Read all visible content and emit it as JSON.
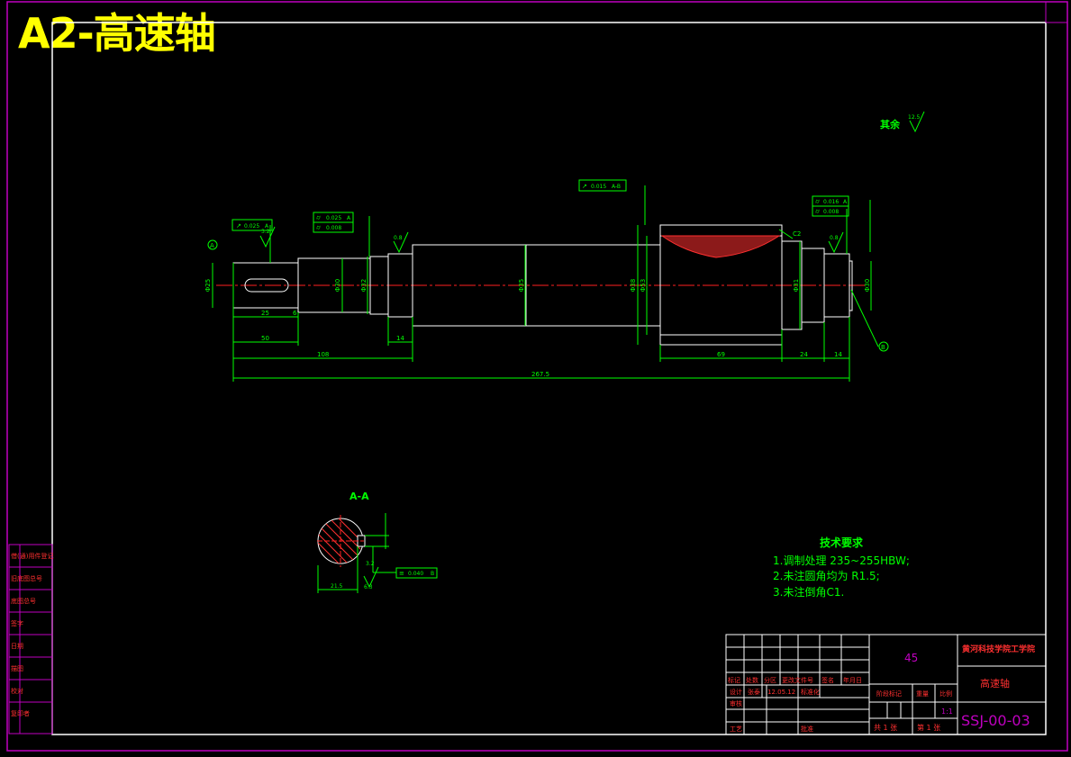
{
  "overlay_title": "A2-高速轴",
  "tech_requirements": {
    "heading": "技术要求",
    "items": [
      "1.调制处理 235~255HBW;",
      "2.未注圆角均为 R1.5;",
      "3.未注倒角C1."
    ]
  },
  "roughness_note": {
    "label": "其余",
    "value": "12.5"
  },
  "section_label": "A-A",
  "title_block": {
    "material": "45",
    "school": "黄河科技学院工学院",
    "part_name": "高速轴",
    "drawing_no": "SSJ-00-03",
    "scale": "1:1",
    "sheet_total": "共 1 张",
    "sheet_no": "第 1 张",
    "row_labels": [
      "标记",
      "处数",
      "分区",
      "更改文件号",
      "签名",
      "年月日"
    ],
    "design": "设计",
    "designer": "张泰",
    "date": "12.05.12",
    "standard": "标准化",
    "check": "审核",
    "process": "工艺",
    "approve": "批准",
    "stage_mark": "阶段标记",
    "weight": "重量",
    "ratio": "比例"
  },
  "side_stamp": [
    "借(通)用件登记",
    "旧底图总号",
    "底图总号",
    "签字",
    "日期",
    "描图",
    "校对",
    "复印者"
  ],
  "dimensions": {
    "d1": "25",
    "d2": "6",
    "d3": "50",
    "d4": "108",
    "d5": "14",
    "d6": "69",
    "d7": "24",
    "d8": "14",
    "total": "267.5",
    "chamfer": "C2",
    "sec_width": "21.5",
    "ra1": "3.2",
    "ra2": "0.8",
    "ra3": "0.8",
    "ra4": "3.2",
    "ra5": "6.3"
  },
  "tolerance_frames": {
    "f1": [
      "↗",
      "0.025",
      "A"
    ],
    "f2a": [
      "⌭",
      "0.025",
      "A"
    ],
    "f2b": [
      "⌭",
      "0.008"
    ],
    "f3": [
      "↗",
      "0.015",
      "A-B"
    ],
    "f4a": [
      "⌭",
      "0.016",
      "A"
    ],
    "f4b": [
      "⌭",
      "0.008"
    ],
    "f5": [
      "≡",
      "0.040",
      "B"
    ]
  },
  "diameter_labels": [
    "Φ25",
    "Φ30",
    "Φ32",
    "Φ35",
    "Φ38",
    "Φ53",
    "Φ31",
    "Φ30"
  ]
}
